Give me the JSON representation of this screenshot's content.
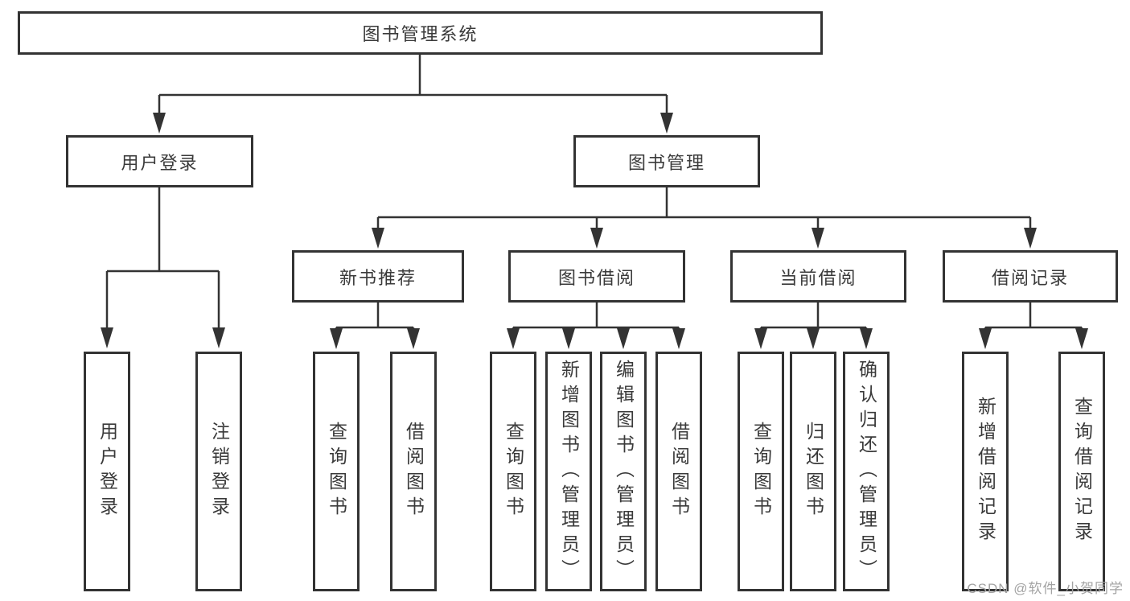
{
  "root": {
    "label": "图书管理系统"
  },
  "branches": [
    {
      "label": "用户登录",
      "children": [
        {
          "label": "用户登录"
        },
        {
          "label": "注销登录"
        }
      ]
    },
    {
      "label": "图书管理",
      "children": [
        {
          "label": "新书推荐",
          "children": [
            {
              "label": "查询图书"
            },
            {
              "label": "借阅图书"
            }
          ]
        },
        {
          "label": "图书借阅",
          "children": [
            {
              "label": "查询图书"
            },
            {
              "label": "新增图书（管理员）"
            },
            {
              "label": "编辑图书（管理员）"
            },
            {
              "label": "借阅图书"
            }
          ]
        },
        {
          "label": "当前借阅",
          "children": [
            {
              "label": "查询图书"
            },
            {
              "label": "归还图书"
            },
            {
              "label": "确认归还（管理员）"
            }
          ]
        },
        {
          "label": "借阅记录",
          "children": [
            {
              "label": "新增借阅记录"
            },
            {
              "label": "查询借阅记录"
            }
          ]
        }
      ]
    }
  ],
  "watermark": {
    "text": "CSDN @软件_小贺同学",
    "color": "#a3a3a3"
  },
  "colors": {
    "background": "#ffffff",
    "line": "#333333",
    "box_border": "#333333",
    "box_fill": "#ffffff",
    "text": "#3a3a3a"
  }
}
